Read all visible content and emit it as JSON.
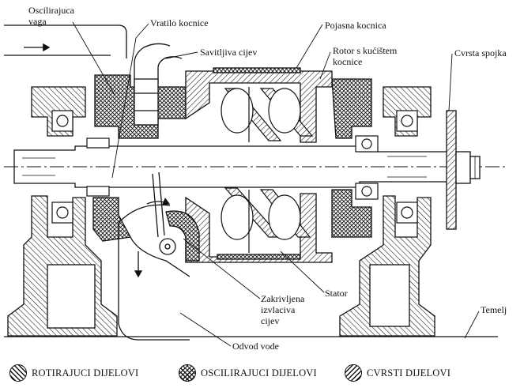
{
  "labels": {
    "oscilirajuca_vaga_1": "Oscilirajuca",
    "oscilirajuca_vaga_2": "vaga",
    "vratilo_kocnice": "Vratilo kocnice",
    "savitljiva_cijev": "Savitljiva cijev",
    "pojasna_kocnica": "Pojasna kocnica",
    "rotor_1": "Rotor s kućištem",
    "rotor_2": "kocnice",
    "cvrsta_spojka": "Cvrsta spojka",
    "stator": "Stator",
    "zakrivljena_1": "Zakrivljena",
    "zakrivljena_2": "izvlaciva",
    "zakrivljena_3": "cijev",
    "temelj": "Temelj",
    "odvod_vode": "Odvod vode"
  },
  "legend": {
    "rotating": "ROTIRAJUCI DIJELOVI",
    "oscillating": "OSCILIRAJUCI DIJELOVI",
    "fixed": "CVRSTI DIJELOVI"
  },
  "colors": {
    "ink": "#111111",
    "paper": "#ffffff"
  }
}
